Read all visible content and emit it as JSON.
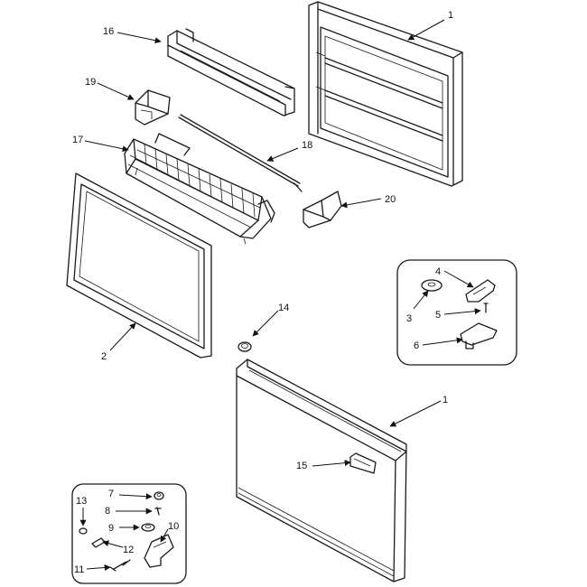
{
  "callouts": {
    "c1_top": "1",
    "c16": "16",
    "c19": "19",
    "c17": "17",
    "c18": "18",
    "c20": "20",
    "c2": "2",
    "c14": "14",
    "c1_bottom": "1",
    "c15": "15",
    "c4": "4",
    "c3": "3",
    "c5": "5",
    "c6": "6",
    "c7": "7",
    "c8": "8",
    "c9": "9",
    "c10": "10",
    "c11": "11",
    "c12": "12",
    "c13": "13"
  }
}
